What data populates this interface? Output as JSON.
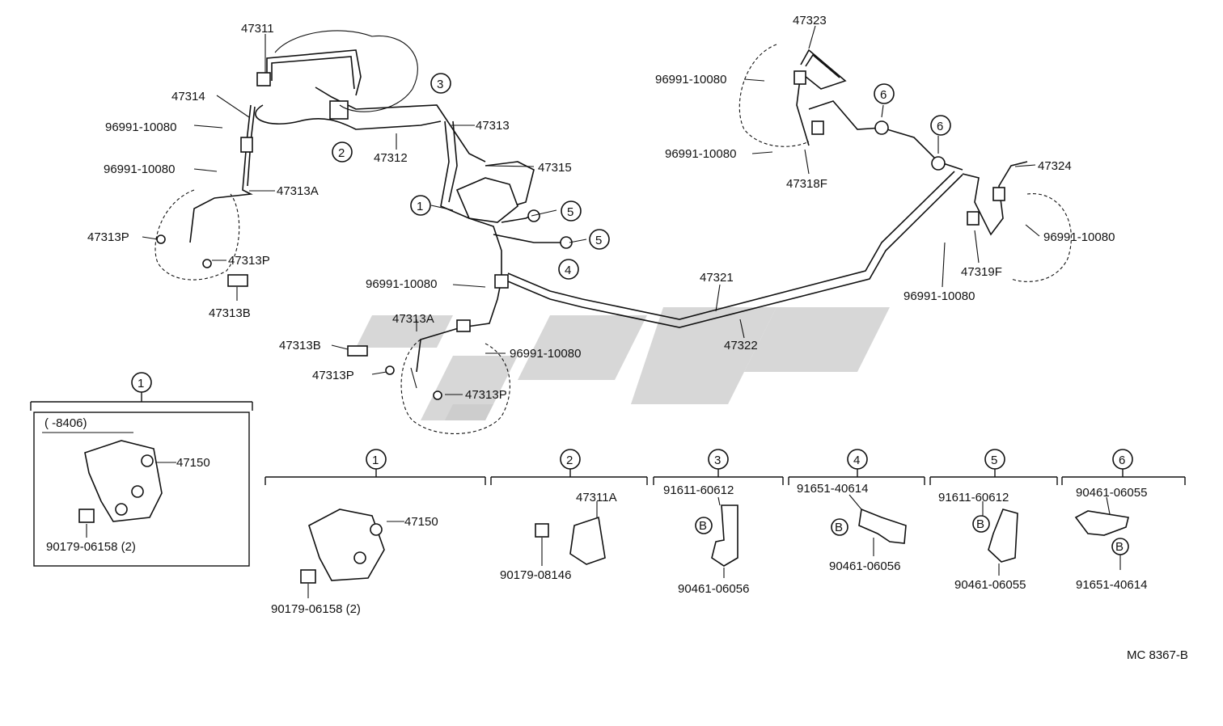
{
  "diagram_code": "MC 8367-B",
  "bubble_numbers": [
    "1",
    "2",
    "3",
    "4",
    "5",
    "6"
  ],
  "bolt_mark": "B",
  "part_labels": {
    "p47311": "47311",
    "p47314": "47314",
    "p96991_a": "96991-10080",
    "p96991_b": "96991-10080",
    "p47313A_left": "47313A",
    "p47313P_l1": "47313P",
    "p47313P_l2": "47313P",
    "p47313B_left": "47313B",
    "p47312": "47312",
    "p47313": "47313",
    "p47315": "47315",
    "p96991_c": "96991-10080",
    "p47313A_mid": "47313A",
    "p47313B_mid": "47313B",
    "p47313P_m1": "47313P",
    "p96991_d": "96991-10080",
    "p47313P_m2": "47313P",
    "p47321": "47321",
    "p47322": "47322",
    "p47323": "47323",
    "p96991_e": "96991-10080",
    "p96991_f": "96991-10080",
    "p47318F": "47318F",
    "p47324": "47324",
    "p96991_g": "96991-10080",
    "p47319F": "47319F",
    "p96991_h": "96991-10080"
  },
  "inset_left": {
    "callout": "1",
    "date_range": "(        -8406)",
    "valve": "47150",
    "nut": "90179-06158 (2)"
  },
  "detail_panels": [
    {
      "callout": "1",
      "labels": [
        "47150",
        "90179-06158 (2)"
      ]
    },
    {
      "callout": "2",
      "labels": [
        "47311A",
        "90179-08146"
      ]
    },
    {
      "callout": "3",
      "labels": [
        "91611-60612",
        "90461-06056"
      ]
    },
    {
      "callout": "4",
      "labels": [
        "91651-40614",
        "90461-06056"
      ]
    },
    {
      "callout": "5",
      "labels": [
        "91611-60612",
        "90461-06055"
      ]
    },
    {
      "callout": "6",
      "labels": [
        "90461-06055",
        "91651-40614"
      ]
    }
  ]
}
